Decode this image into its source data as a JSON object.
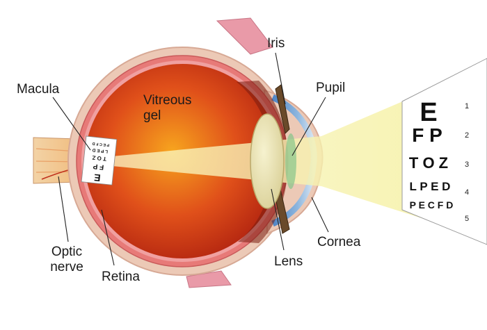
{
  "labels": {
    "macula": "Macula",
    "vitreous_line1": "Vitreous",
    "vitreous_line2": "gel",
    "iris": "Iris",
    "pupil": "Pupil",
    "optic_line1": "Optic",
    "optic_line2": "nerve",
    "retina": "Retina",
    "lens": "Lens",
    "cornea": "Cornea"
  },
  "eye_chart": {
    "rows": [
      "E",
      "F P",
      "T O Z",
      "L P E D",
      "P E C F D"
    ],
    "row_numbers": [
      "1",
      "2",
      "3",
      "4",
      "5"
    ]
  },
  "colors": {
    "sclera": "#e8c9b8",
    "choroid": "#e86a6a",
    "vitreous_center": "#f6a21c",
    "vitreous_edge": "#b8280e",
    "light_beam": "#f7f3a6",
    "cornea_blue": "#5a8fc9",
    "optic_nerve": "#f4c88a"
  }
}
